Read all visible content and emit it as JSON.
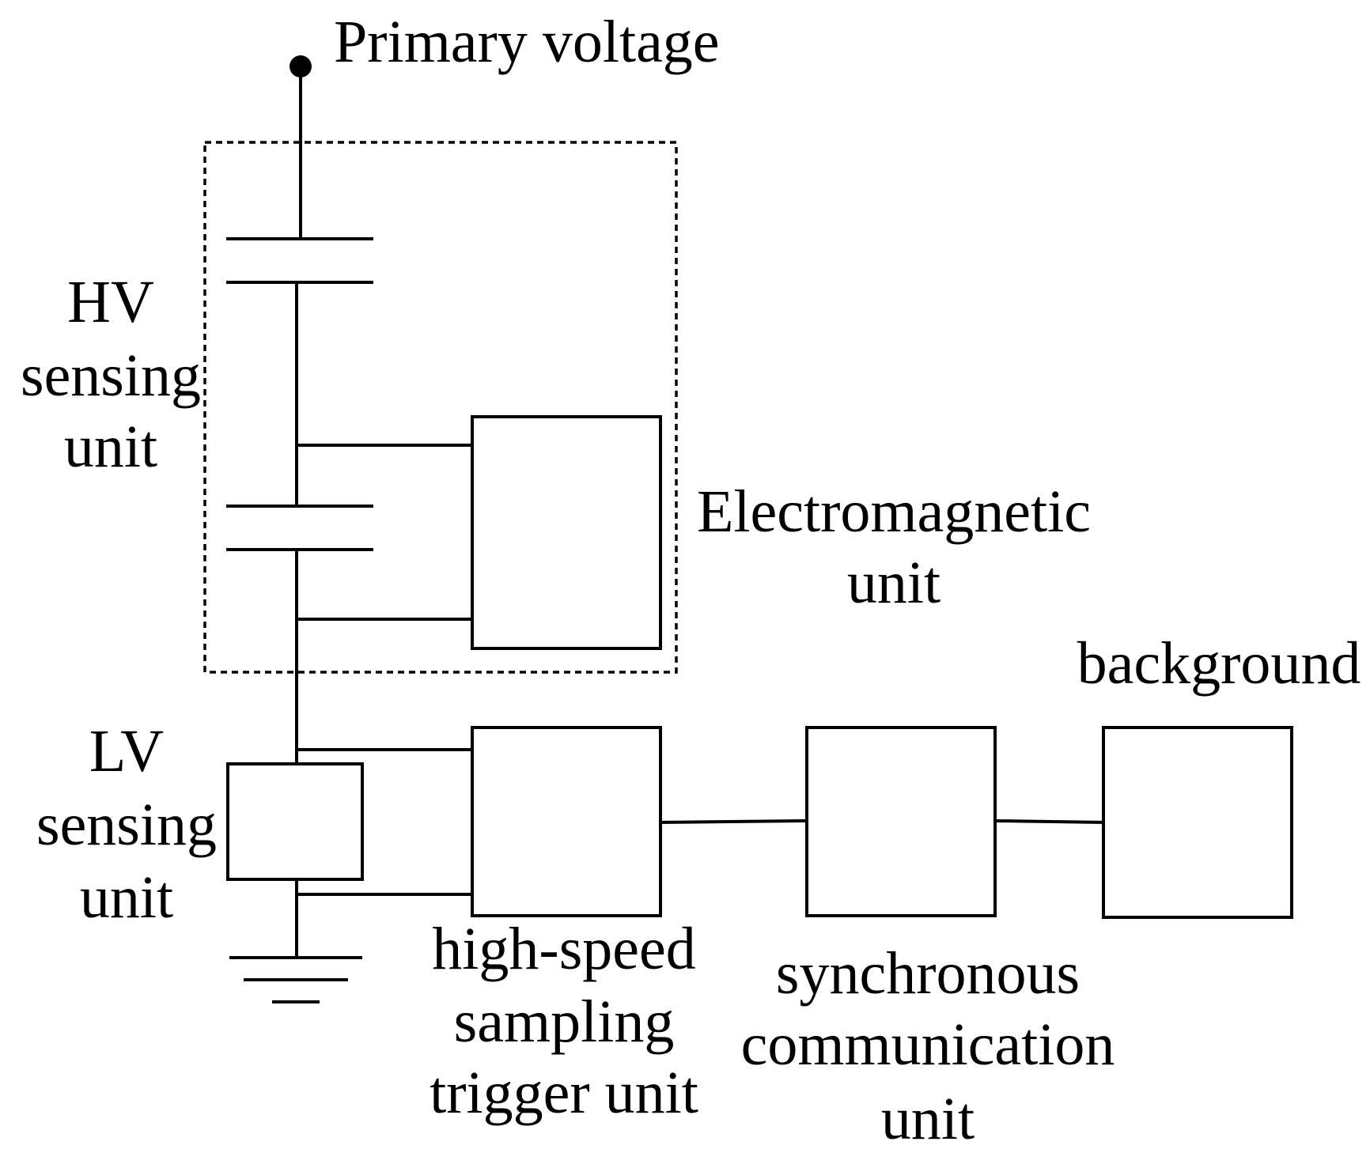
{
  "title": "Primary voltage",
  "labels": {
    "hv_sensing_unit": [
      "HV",
      "sensing",
      "unit"
    ],
    "lv_sensing_unit": [
      "LV",
      "sensing",
      "unit"
    ],
    "electromagnetic_unit": [
      "Electromagnetic",
      "unit"
    ],
    "background": [
      "background"
    ],
    "high_speed_sampling": [
      "high-speed",
      "sampling",
      "trigger unit"
    ],
    "synchronous_communication": [
      "synchronous",
      "communication",
      "unit"
    ]
  },
  "colors": {
    "line": "#000000",
    "background": "#ffffff"
  }
}
